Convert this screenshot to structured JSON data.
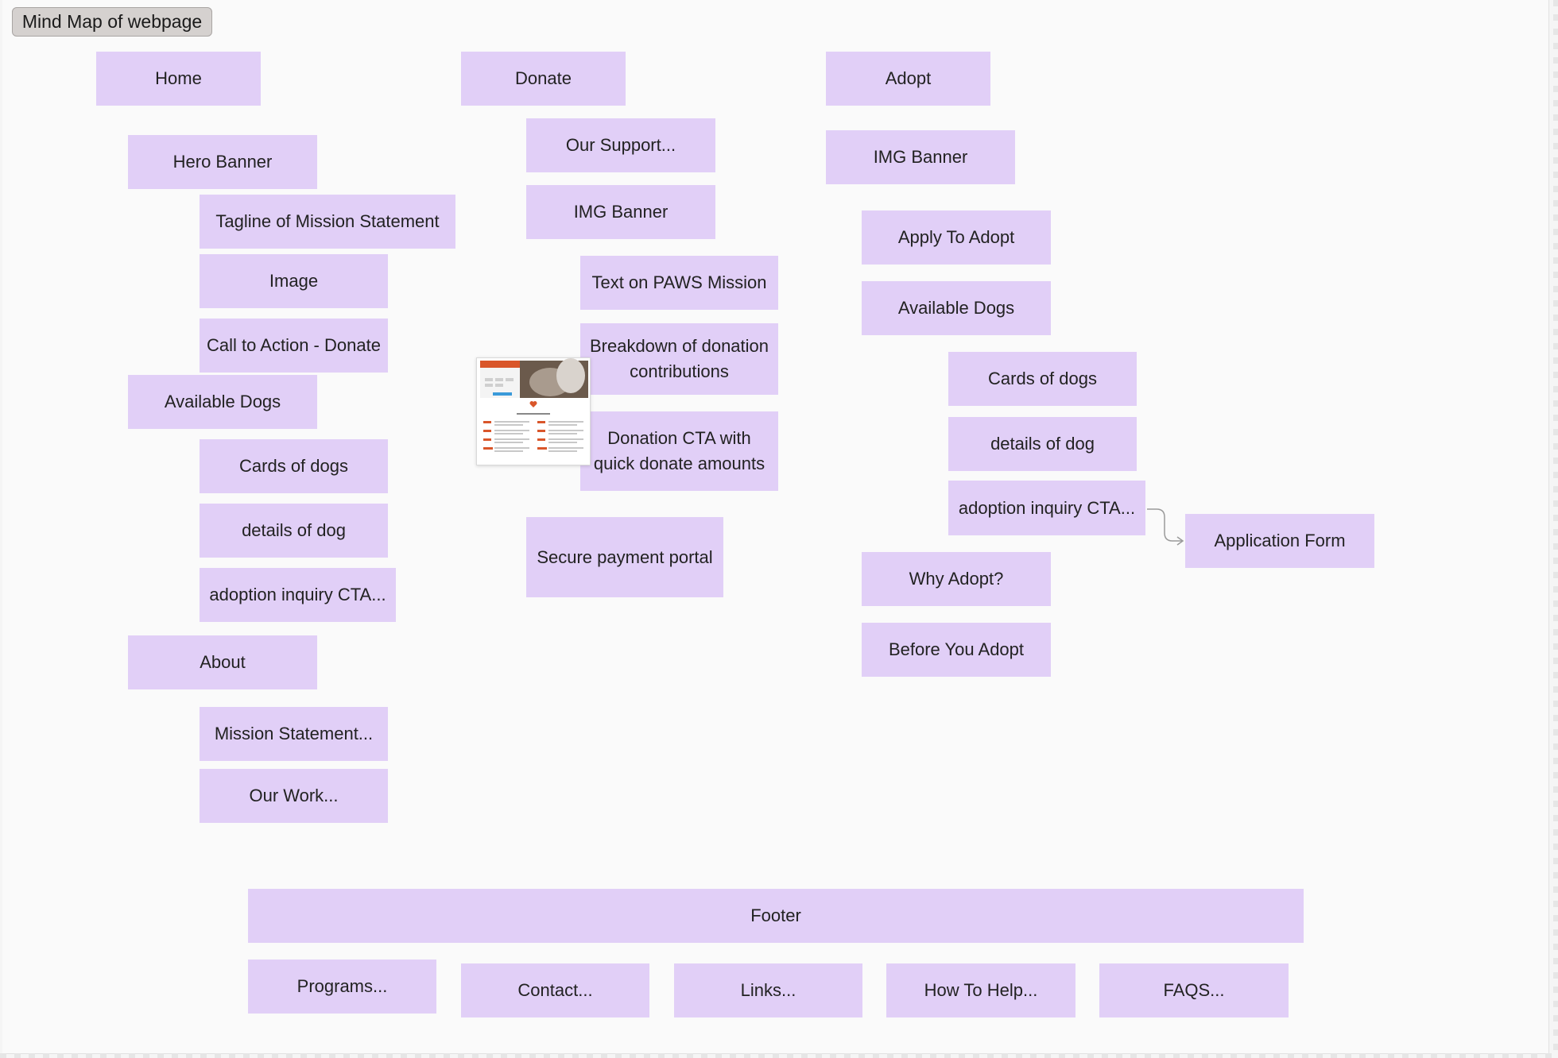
{
  "board": {
    "title": "Mind Map of webpage"
  },
  "notes": {
    "home": "Home",
    "hero_banner": "Hero Banner",
    "tagline": "Tagline of Mission Statement",
    "image": "Image",
    "cta_donate": "Call to Action - Donate",
    "home_available_dogs": "Available Dogs",
    "home_cards_of_dogs": "Cards of dogs",
    "home_details_of_dog": "details of dog",
    "home_adoption_inquiry": "adoption inquiry CTA...",
    "about": "About",
    "mission_statement": "Mission Statement...",
    "our_work": "Our Work...",
    "donate": "Donate",
    "our_support": "Our Support...",
    "donate_img_banner": "IMG Banner",
    "paws_mission": "Text on PAWS Mission",
    "breakdown": "Breakdown of donation contributions",
    "donation_cta": "Donation CTA with quick donate amounts",
    "secure_payment": "Secure payment portal",
    "adopt": "Adopt",
    "adopt_img_banner": "IMG Banner",
    "apply_to_adopt": "Apply To Adopt",
    "adopt_available_dogs": "Available Dogs",
    "adopt_cards_of_dogs": "Cards of dogs",
    "adopt_details_of_dog": "details of dog",
    "adopt_adoption_inquiry": "adoption inquiry CTA...",
    "application_form": "Application Form",
    "why_adopt": "Why Adopt?",
    "before_you_adopt": "Before You Adopt",
    "footer": "Footer",
    "programs": "Programs...",
    "contact": "Contact...",
    "links": "Links...",
    "how_to_help": "How To Help...",
    "faqs": "FAQS..."
  },
  "colors": {
    "sticky_note": "#e1cff7",
    "title_chip": "#d5d1cf",
    "board_background": "#fafafa",
    "connector": "#9a9a9a"
  }
}
